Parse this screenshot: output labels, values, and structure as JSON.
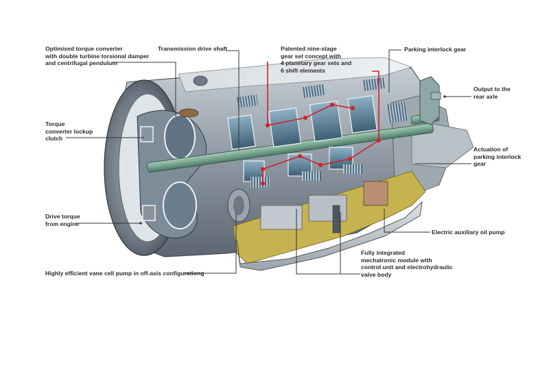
{
  "diagram": {
    "subject": "Nine-speed automatic transmission cutaway",
    "accent_color": "#d0202a",
    "leader_color": "#333333",
    "callouts": [
      {
        "id": "torque-converter",
        "lines": [
          "Optimised torque converter",
          "with double turbine torsional damper",
          "and centrifugal pendulum"
        ]
      },
      {
        "id": "drive-shaft",
        "lines": [
          "Transmission drive shaft"
        ]
      },
      {
        "id": "gear-set",
        "lines": [
          "Patented nine-stage",
          "gear set concept with",
          "4 planetary gear sets and",
          "6 shift elements"
        ]
      },
      {
        "id": "parking-gear",
        "lines": [
          "Parking interlock gear"
        ]
      },
      {
        "id": "output",
        "lines": [
          "Output to the",
          "rear axle"
        ]
      },
      {
        "id": "lockup-clutch",
        "lines": [
          "Torque",
          "converter lockup",
          "clutch"
        ]
      },
      {
        "id": "parking-actuation",
        "lines": [
          "Actuation of",
          "parking interlock",
          "gear"
        ]
      },
      {
        "id": "drive-torque",
        "lines": [
          "Drive torque",
          "from engine"
        ]
      },
      {
        "id": "aux-pump",
        "lines": [
          "Electric auxiliary oil pump"
        ]
      },
      {
        "id": "mechatronic",
        "lines": [
          "Fully integrated",
          "mechatronic module with",
          "control unit and electrohydraulic",
          "valve body"
        ]
      },
      {
        "id": "vane-pump",
        "lines": [
          "Highly efficient vane cell pump in off-axis configurationg"
        ]
      }
    ]
  }
}
